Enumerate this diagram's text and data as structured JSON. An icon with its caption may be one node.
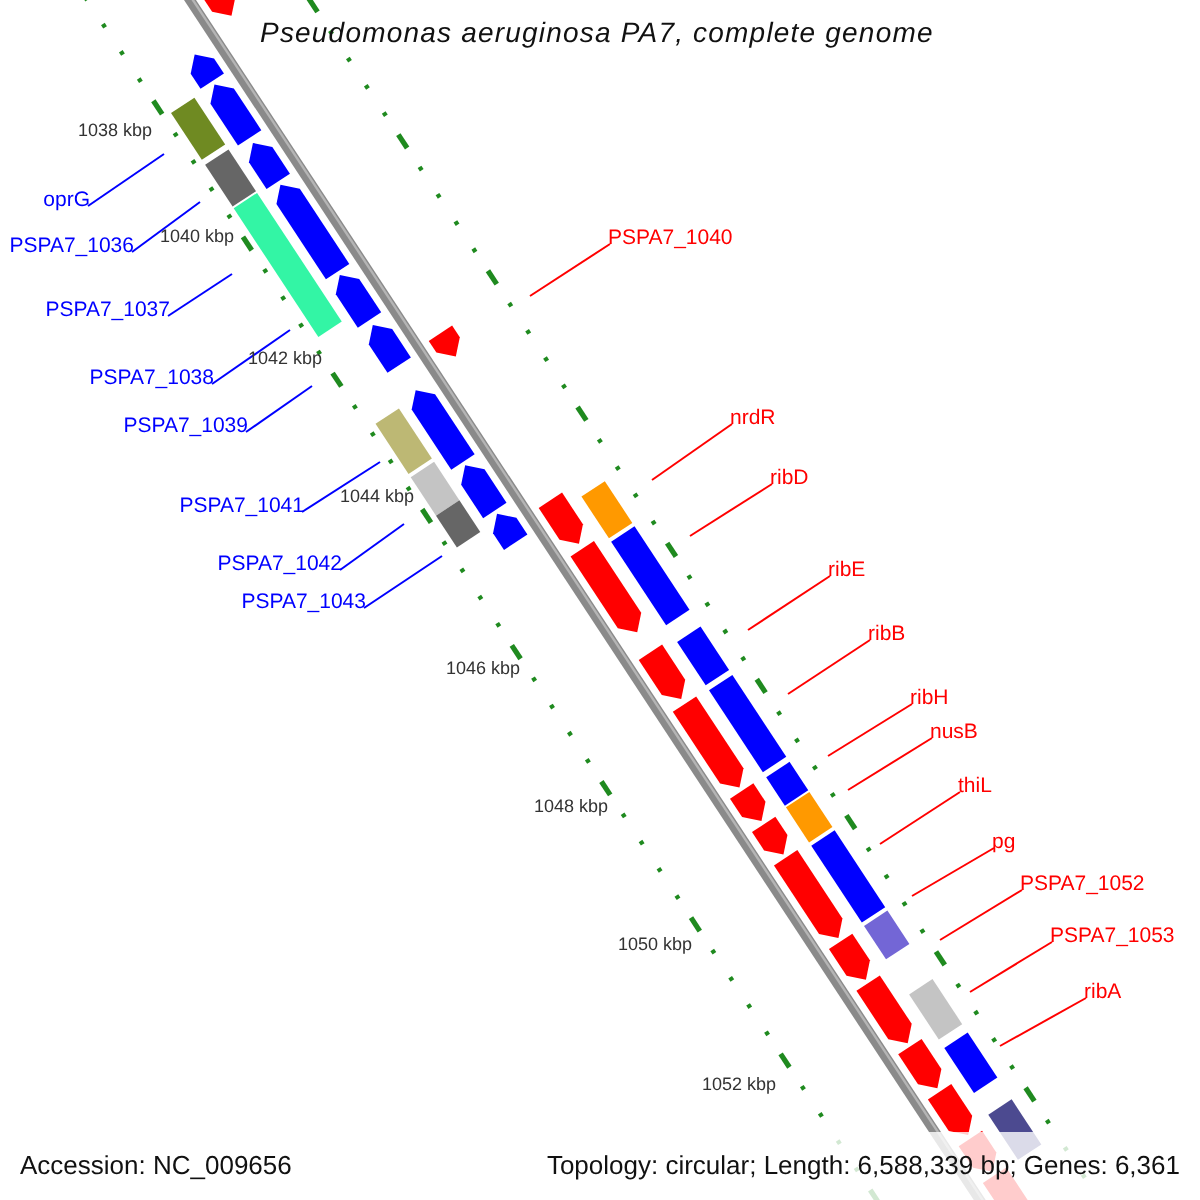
{
  "diagram": {
    "title": "Pseudomonas aeruginosa PA7, complete genome",
    "nodes": [
      {
        "text": [
          "oprG"
        ]
      },
      {
        "text": [
          "PSPA7_1036"
        ]
      },
      {
        "text": [
          "PSPA7_1037"
        ]
      },
      {
        "text": [
          "PSPA7_1038"
        ]
      },
      {
        "text": [
          "PSPA7_1039"
        ]
      },
      {
        "text": [
          "PSPA7_1041"
        ]
      },
      {
        "text": [
          "PSPA7_1042"
        ]
      },
      {
        "text": [
          "PSPA7_1043"
        ]
      },
      {
        "text": [
          "PSPA7_1040"
        ]
      },
      {
        "text": [
          "nrdR"
        ]
      },
      {
        "text": [
          "ribD"
        ]
      },
      {
        "text": [
          "ribE"
        ]
      },
      {
        "text": [
          "ribB"
        ]
      },
      {
        "text": [
          "ribH"
        ]
      },
      {
        "text": [
          "nusB"
        ]
      },
      {
        "text": [
          "thiL"
        ]
      },
      {
        "text": [
          "pg"
        ]
      },
      {
        "text": [
          "PSPA7_1052"
        ]
      },
      {
        "text": [
          "PSPA7_1053"
        ]
      },
      {
        "text": [
          "ribA"
        ]
      }
    ],
    "edges": [
      {
        "from": 0,
        "to": null,
        "arrow": "none",
        "color": "#0000ff"
      },
      {
        "from": 1,
        "to": null,
        "arrow": "none",
        "color": "#0000ff"
      },
      {
        "from": 2,
        "to": null,
        "arrow": "none",
        "color": "#0000ff"
      },
      {
        "from": 3,
        "to": null,
        "arrow": "none",
        "color": "#0000ff"
      },
      {
        "from": 4,
        "to": null,
        "arrow": "none",
        "color": "#0000ff"
      },
      {
        "from": 5,
        "to": null,
        "arrow": "none",
        "color": "#0000ff"
      },
      {
        "from": 6,
        "to": null,
        "arrow": "none",
        "color": "#0000ff"
      },
      {
        "from": 7,
        "to": null,
        "arrow": "none",
        "color": "#0000ff"
      },
      {
        "from": 8,
        "to": null,
        "arrow": "none"
      },
      {
        "from": 9,
        "to": null,
        "arrow": "none"
      },
      {
        "from": 10,
        "to": null,
        "arrow": "none"
      },
      {
        "from": 11,
        "to": null,
        "arrow": "none"
      },
      {
        "from": 12,
        "to": null,
        "arrow": "none"
      },
      {
        "from": 13,
        "to": null,
        "arrow": "none"
      },
      {
        "from": 14,
        "to": null,
        "arrow": "none"
      },
      {
        "from": 15,
        "to": null,
        "arrow": "none"
      },
      {
        "from": 16,
        "to": null,
        "arrow": "none"
      },
      {
        "from": 17,
        "to": null,
        "arrow": "none"
      },
      {
        "from": 18,
        "to": null,
        "arrow": "none"
      },
      {
        "from": 19,
        "to": null,
        "arrow": "none"
      }
    ],
    "labels": [
      "1038 kbp",
      "1040 kbp",
      "1042 kbp",
      "1044 kbp",
      "1046 kbp",
      "1048 kbp",
      "1050 kbp",
      "1052 kbp",
      "Accession: NC_009656",
      "Topology: circular; Length: 6,588,339 bp; Genes: 6,361"
    ]
  }
}
